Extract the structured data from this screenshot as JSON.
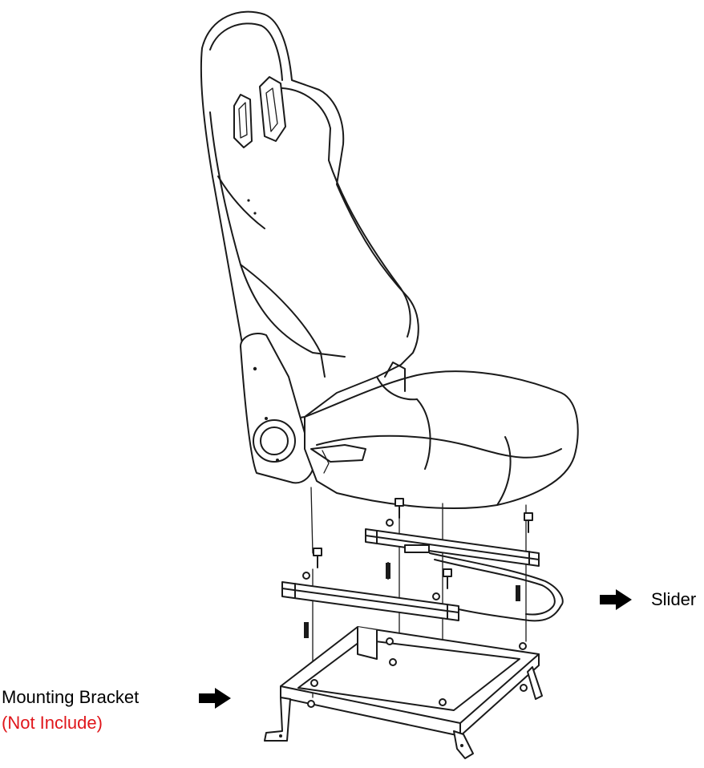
{
  "labels": {
    "slider": "Slider",
    "mounting_bracket": "Mounting Bracket",
    "not_include": "(Not Include)"
  },
  "colors": {
    "line": "#1a1a1a",
    "label_text": "#000000",
    "note_text": "#e0161b",
    "background": "#ffffff"
  },
  "icons": {
    "slider_arrow": "right-arrow-icon",
    "bracket_arrow": "right-arrow-icon"
  }
}
